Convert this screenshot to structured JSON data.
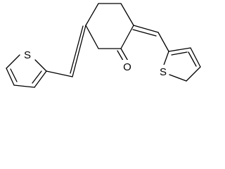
{
  "structure": {
    "atoms": {
      "left_sulfur": "S",
      "right_sulfur": "S",
      "carbonyl_oxygen": "O"
    }
  },
  "colors": {
    "background": "#ffffff",
    "bond": "#000000",
    "label": "#000000"
  }
}
